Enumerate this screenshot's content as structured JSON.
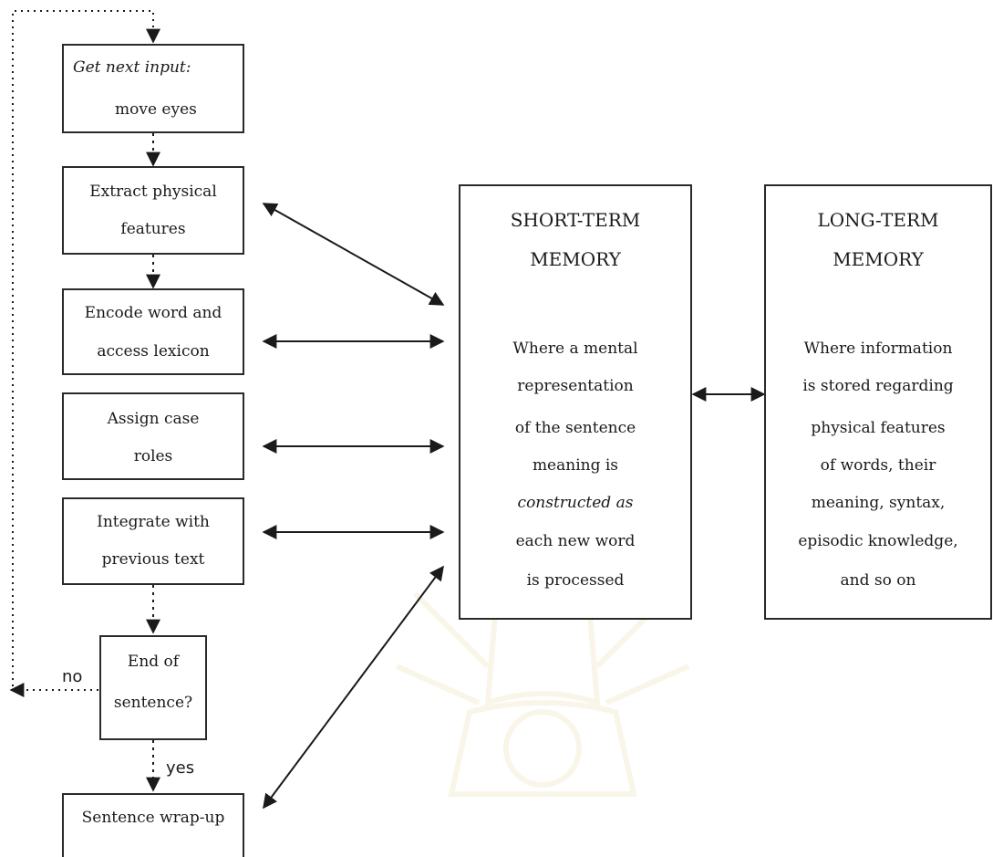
{
  "flow": {
    "get_input": {
      "line1": "Get next input:",
      "line2": "move eyes"
    },
    "extract": {
      "line1": "Extract physical",
      "line2": "features"
    },
    "encode": {
      "line1": "Encode word and",
      "line2": "access lexicon"
    },
    "assign": {
      "line1": "Assign case",
      "line2": "roles"
    },
    "integrate": {
      "line1": "Integrate with",
      "line2": "previous text"
    },
    "end": {
      "line1": "End of",
      "line2": "sentence?"
    },
    "wrap": {
      "line1": "Sentence wrap-up"
    },
    "no_label": "no",
    "yes_label": "yes"
  },
  "short_term": {
    "title1": "SHORT-TERM",
    "title2": "MEMORY",
    "lines": [
      "Where a mental",
      "representation",
      "of the sentence",
      "meaning is",
      "constructed as",
      "each new word",
      "is processed"
    ]
  },
  "long_term": {
    "title1": "LONG-TERM",
    "title2": "MEMORY",
    "lines": [
      "Where information",
      "is stored regarding",
      "physical features",
      "of words, their",
      "meaning, syntax,",
      "episodic knowledge,",
      "and so on"
    ]
  },
  "colors": {
    "line": "#1a1a1a",
    "border": "#2a2a2a",
    "watermark": "#c9a227"
  }
}
